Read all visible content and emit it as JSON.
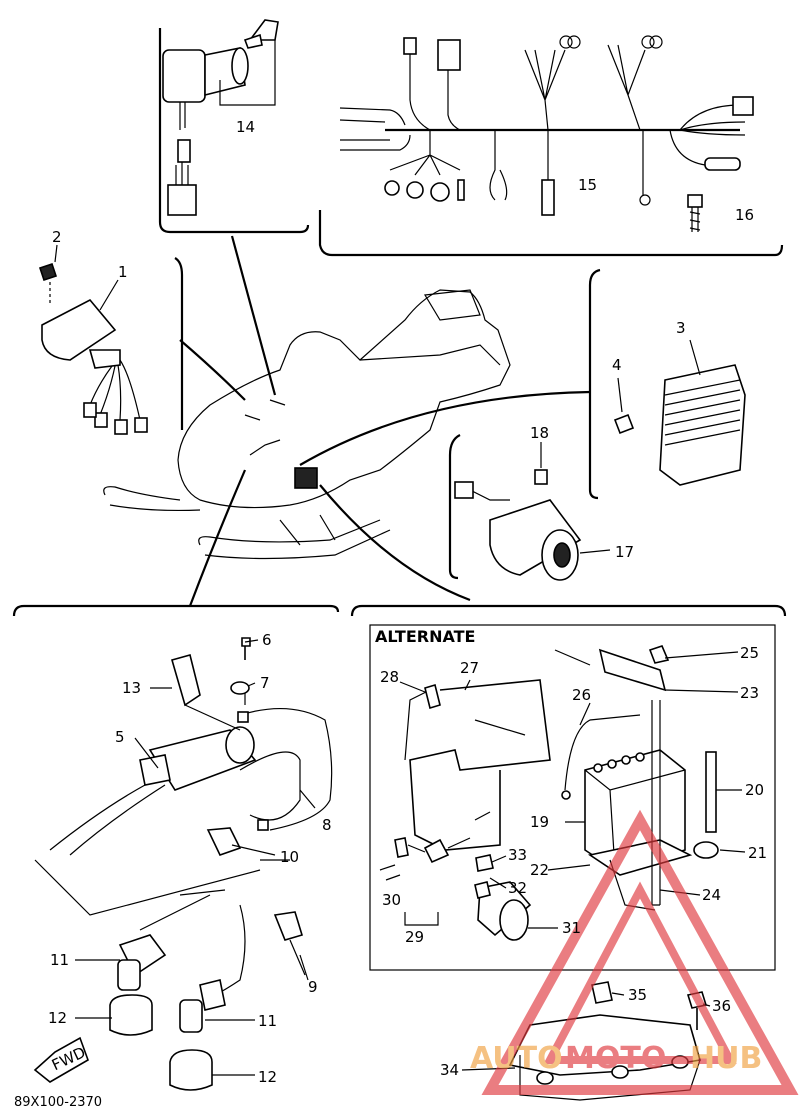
{
  "diagram": {
    "doc_number": "89X100-2370",
    "alternate_label": "ALTERNATE",
    "fwd_label": "FWD",
    "watermark": {
      "text_left": "AUTO",
      "text_mid": "MOTO",
      "text_right": "HUB",
      "color_red": "#e0393e",
      "color_orange": "#f0a040"
    },
    "callouts": {
      "c1": "1",
      "c2": "2",
      "c3": "3",
      "c4": "4",
      "c5": "5",
      "c6": "6",
      "c7": "7",
      "c8": "8",
      "c9": "9",
      "c10": "10",
      "c11a": "11",
      "c11b": "11",
      "c12a": "12",
      "c12b": "12",
      "c13": "13",
      "c14": "14",
      "c15": "15",
      "c16": "16",
      "c17": "17",
      "c18": "18",
      "c19": "19",
      "c20": "20",
      "c21": "21",
      "c22": "22",
      "c23": "23",
      "c24": "24",
      "c25": "25",
      "c26": "26",
      "c27": "27",
      "c28": "28",
      "c29": "29",
      "c30": "30",
      "c31": "31",
      "c32": "32",
      "c33": "33",
      "c34": "34",
      "c35": "35",
      "c36": "36"
    }
  }
}
